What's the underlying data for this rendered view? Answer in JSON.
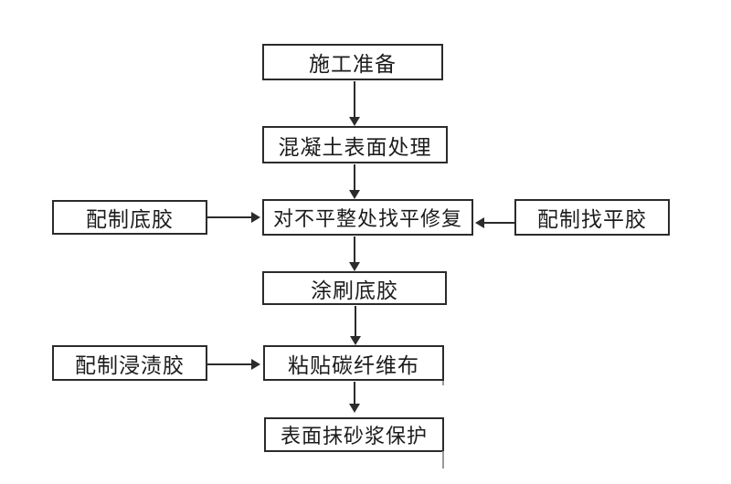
{
  "flowchart": {
    "nodes": {
      "construction-prep": "施工准备",
      "concrete-surface-treatment": "混凝土表面处理",
      "leveling-repair": "对不平整处找平修复",
      "primer-preparation": "配制底胶",
      "leveling-adhesive-preparation": "配制找平胶",
      "primer-coating": "涂刷底胶",
      "impregnation-adhesive-preparation": "配制浸渍胶",
      "cfrp-pasting": "粘贴碳纤维布",
      "mortar-protection": "表面抹砂浆保护"
    },
    "colors": {
      "background": "#ffffff",
      "border": "#2b2b2b",
      "text": "#1c1c1c",
      "arrow": "#2b2b2b"
    }
  }
}
